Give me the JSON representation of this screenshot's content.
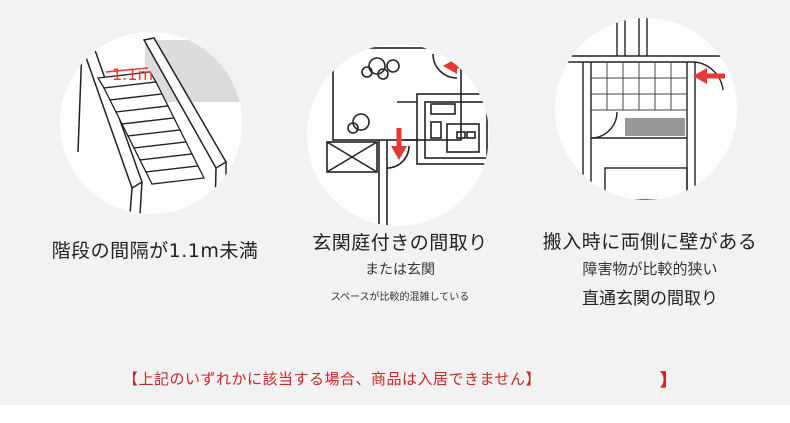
{
  "items": [
    {
      "measure_label": "1.1m",
      "caption": "階段の間隔が1.1m未満"
    },
    {
      "caption": "玄関庭付きの間取り",
      "sub1": "または玄関",
      "sub2": "スペースが比較的混雑している"
    },
    {
      "caption": "搬入時に両側に壁がある",
      "sub1": "障害物が比較的狭い",
      "sub2": "直通玄関の間取り"
    }
  ],
  "notice": {
    "text": "【上記のいずれかに該当する場合、商品は入居できません】",
    "bracket": "】"
  },
  "colors": {
    "accent_red": "#c62828",
    "arrow_red": "#e53935",
    "background": "#f2f2f2"
  },
  "icons": [
    "staircase-illustration",
    "floor-plan-illustration",
    "entrance-wall-illustration",
    "red-arrow-icon"
  ]
}
